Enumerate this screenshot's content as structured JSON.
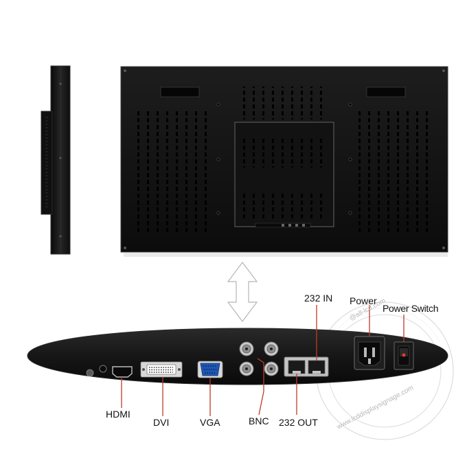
{
  "labels": {
    "hdmi": "HDMI",
    "dvi": "DVI",
    "vga": "VGA",
    "bnc": "BNC",
    "rs232_out": "232 OUT",
    "rs232_in": "232 IN",
    "power": "Power",
    "power_switch": "Power Switch"
  },
  "watermark": {
    "text_top": "@all-lcd.com",
    "text_bottom": "www.lcddisplaysignage.com"
  },
  "colors": {
    "callout_line": "#c0392b",
    "panel": "#141414",
    "label_text": "#111111"
  }
}
